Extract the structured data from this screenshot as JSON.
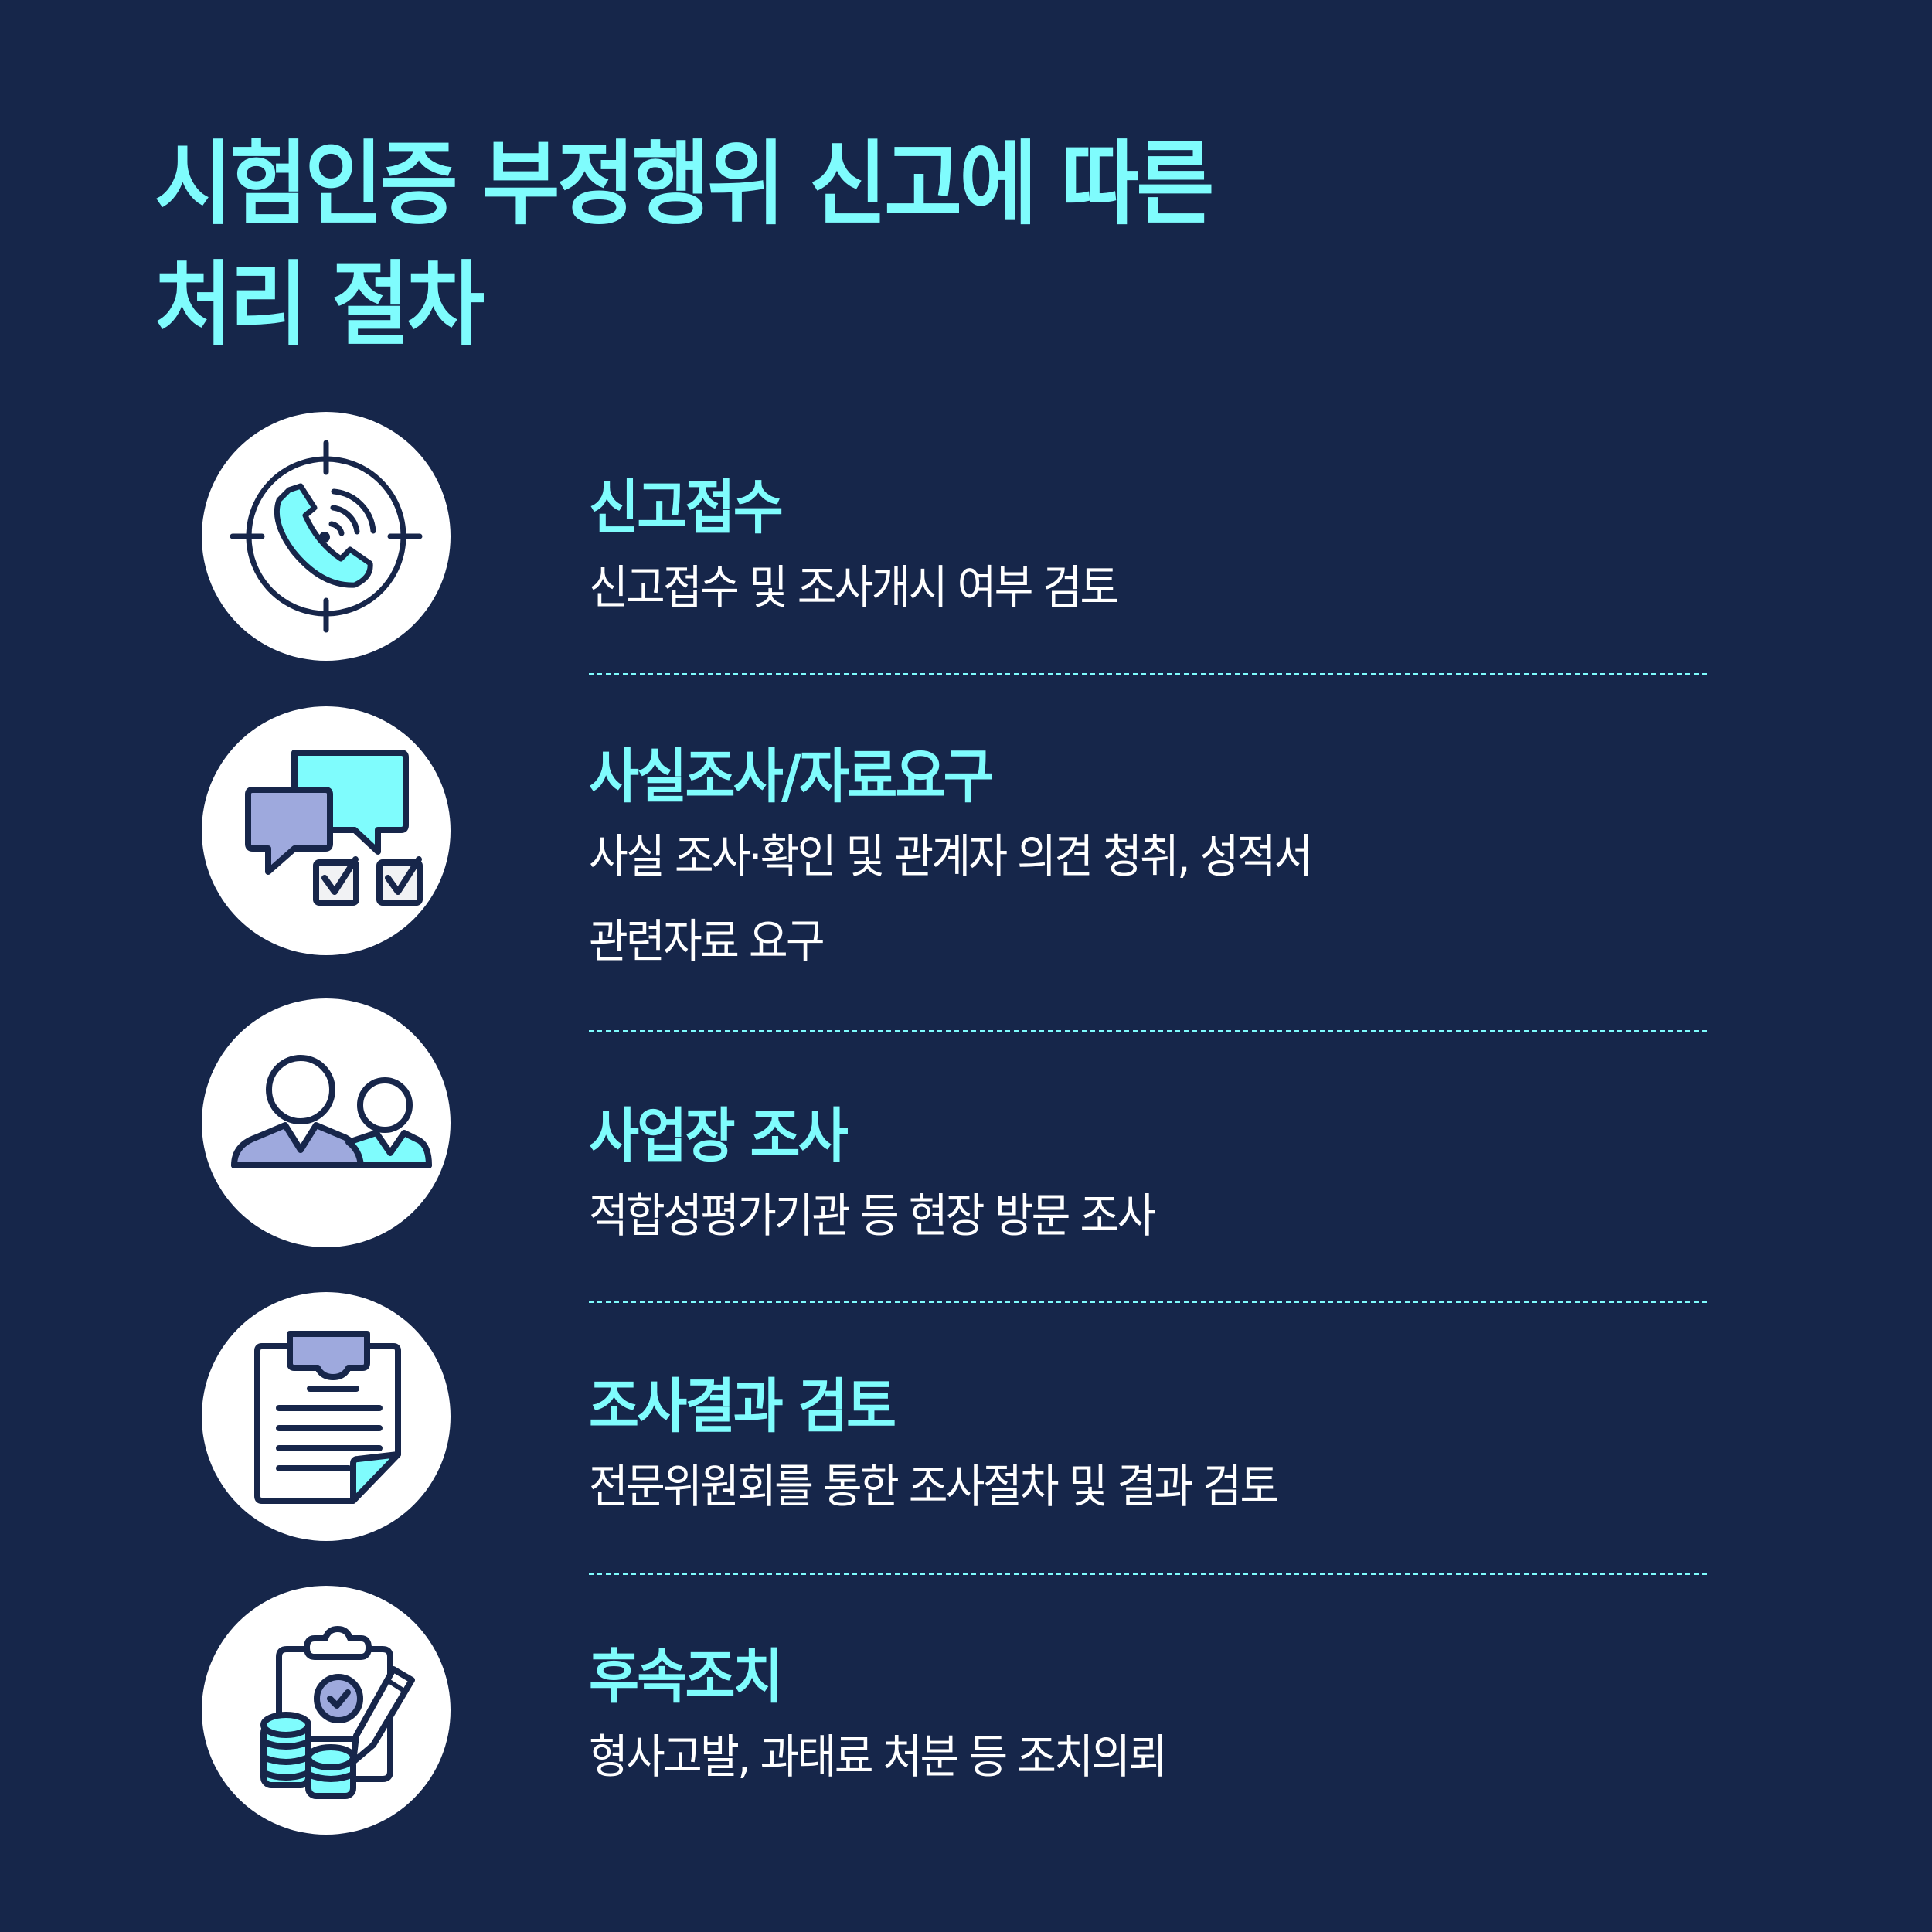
{
  "header": {
    "title_line1": "시험인증 부정행위 신고에 따른",
    "title_line2": "처리 절차"
  },
  "colors": {
    "background": "#16264a",
    "accent_cyan": "#7ffcfd",
    "accent_lavender": "#9ea9dd",
    "icon_stroke": "#17264a",
    "text_white": "#ffffff"
  },
  "steps": [
    {
      "icon": "phone-target-icon",
      "heading": "신고접수",
      "description_line1": "신고접수 및 조사개시 여부 검토"
    },
    {
      "icon": "chat-checklist-icon",
      "heading": "사실조사/자료요구",
      "description_line1": "사실 조사·확인 및 관계자 의견 청취, 성적서",
      "description_line2": "관련자료 요구"
    },
    {
      "icon": "people-icon",
      "heading": "사업장 조사",
      "description_line1": "적합성평가기관 등 현장 방문 조사"
    },
    {
      "icon": "clipboard-document-icon",
      "heading": "조사결과 검토",
      "description_line1": "전문위원회를 통한 조사절차 및 결과 검토"
    },
    {
      "icon": "clipboard-coins-pencil-icon",
      "heading": "후속조치",
      "description_line1": "형사고발, 과태료 처분 등 조치의뢰"
    }
  ]
}
